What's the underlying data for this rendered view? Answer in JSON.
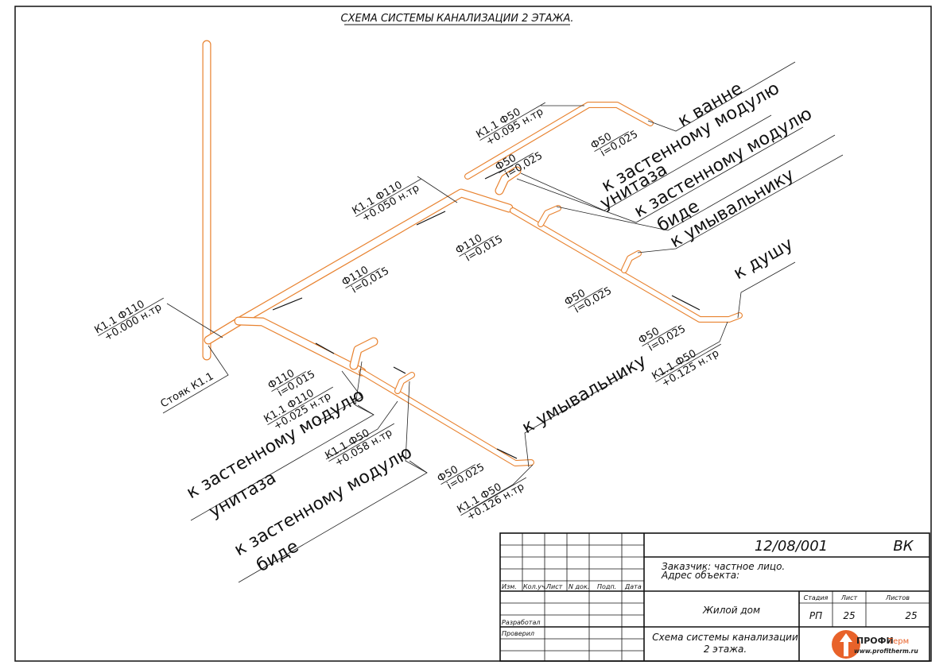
{
  "title": "СХЕМА СИСТЕМЫ КАНАЛИЗАЦИИ 2 ЭТАЖА.",
  "colors": {
    "pipe": "#e8822f",
    "line": "#111111",
    "logo": "#e8622a"
  },
  "labels": [
    {
      "line1": "К1.1 Ф110",
      "line2": "+0.000 н.тр"
    },
    {
      "line1": "Стояк К1.1"
    },
    {
      "line1": "Ф110",
      "line2": "i=0,015"
    },
    {
      "line1": "К1.1 Ф110",
      "line2": "+0.025 н.тр"
    },
    {
      "line1": "К1.1 Ф50",
      "line2": "+0.058 н.тр"
    },
    {
      "line1": "Ф50",
      "line2": "i=0,025"
    },
    {
      "line1": "К1.1 Ф50",
      "line2": "+0.126 н.тр"
    },
    {
      "line1": "Ф110",
      "line2": "i=0,015"
    },
    {
      "line1": "К1.1 Ф110",
      "line2": "+0.050 н.тр"
    },
    {
      "line1": "Ф110",
      "line2": "i=0,015"
    },
    {
      "line1": "К1.1 Ф50",
      "line2": "+0.095 н.тр"
    },
    {
      "line1": "Ф50",
      "line2": "i=0,025"
    },
    {
      "line1": "Ф50",
      "line2": "i=0,025"
    },
    {
      "line1": "Ф50",
      "line2": "i=0,025"
    },
    {
      "line1": "Ф50",
      "line2": "i=0,025"
    },
    {
      "line1": "К1.1 Ф50",
      "line2": "+0.125 н.тр"
    }
  ],
  "fixtures": [
    "к застенному модулю",
    "унитаза",
    "к застенному модулю",
    "биде",
    "к умывальнику",
    "к ванне",
    "к застенному модулю",
    "унитаза",
    "к застенному модулю",
    "биде",
    "к умывальнику",
    "к душу"
  ],
  "title_block": {
    "code": "12/08/001",
    "section": "ВК",
    "customer": "Заказчик: частное лицо.",
    "address": "Адрес объекта:",
    "headers": [
      "Изм.",
      "Кол.уч.",
      "Лист",
      "N док.",
      "Подп.",
      "Дата"
    ],
    "developed": "Разработал",
    "checked": "Проверил",
    "object": "Жилой дом",
    "stage_h": "Стадия",
    "sheet_h": "Лист",
    "sheets_h": "Листов",
    "stage": "РП",
    "sheet": "25",
    "sheets": "25",
    "drawing_title_1": "Схема системы канализации",
    "drawing_title_2": "2 этажа.",
    "logo_name": "ПРОФИ",
    "logo_name2": "Терм",
    "logo_url": "www.profitherm.ru"
  }
}
